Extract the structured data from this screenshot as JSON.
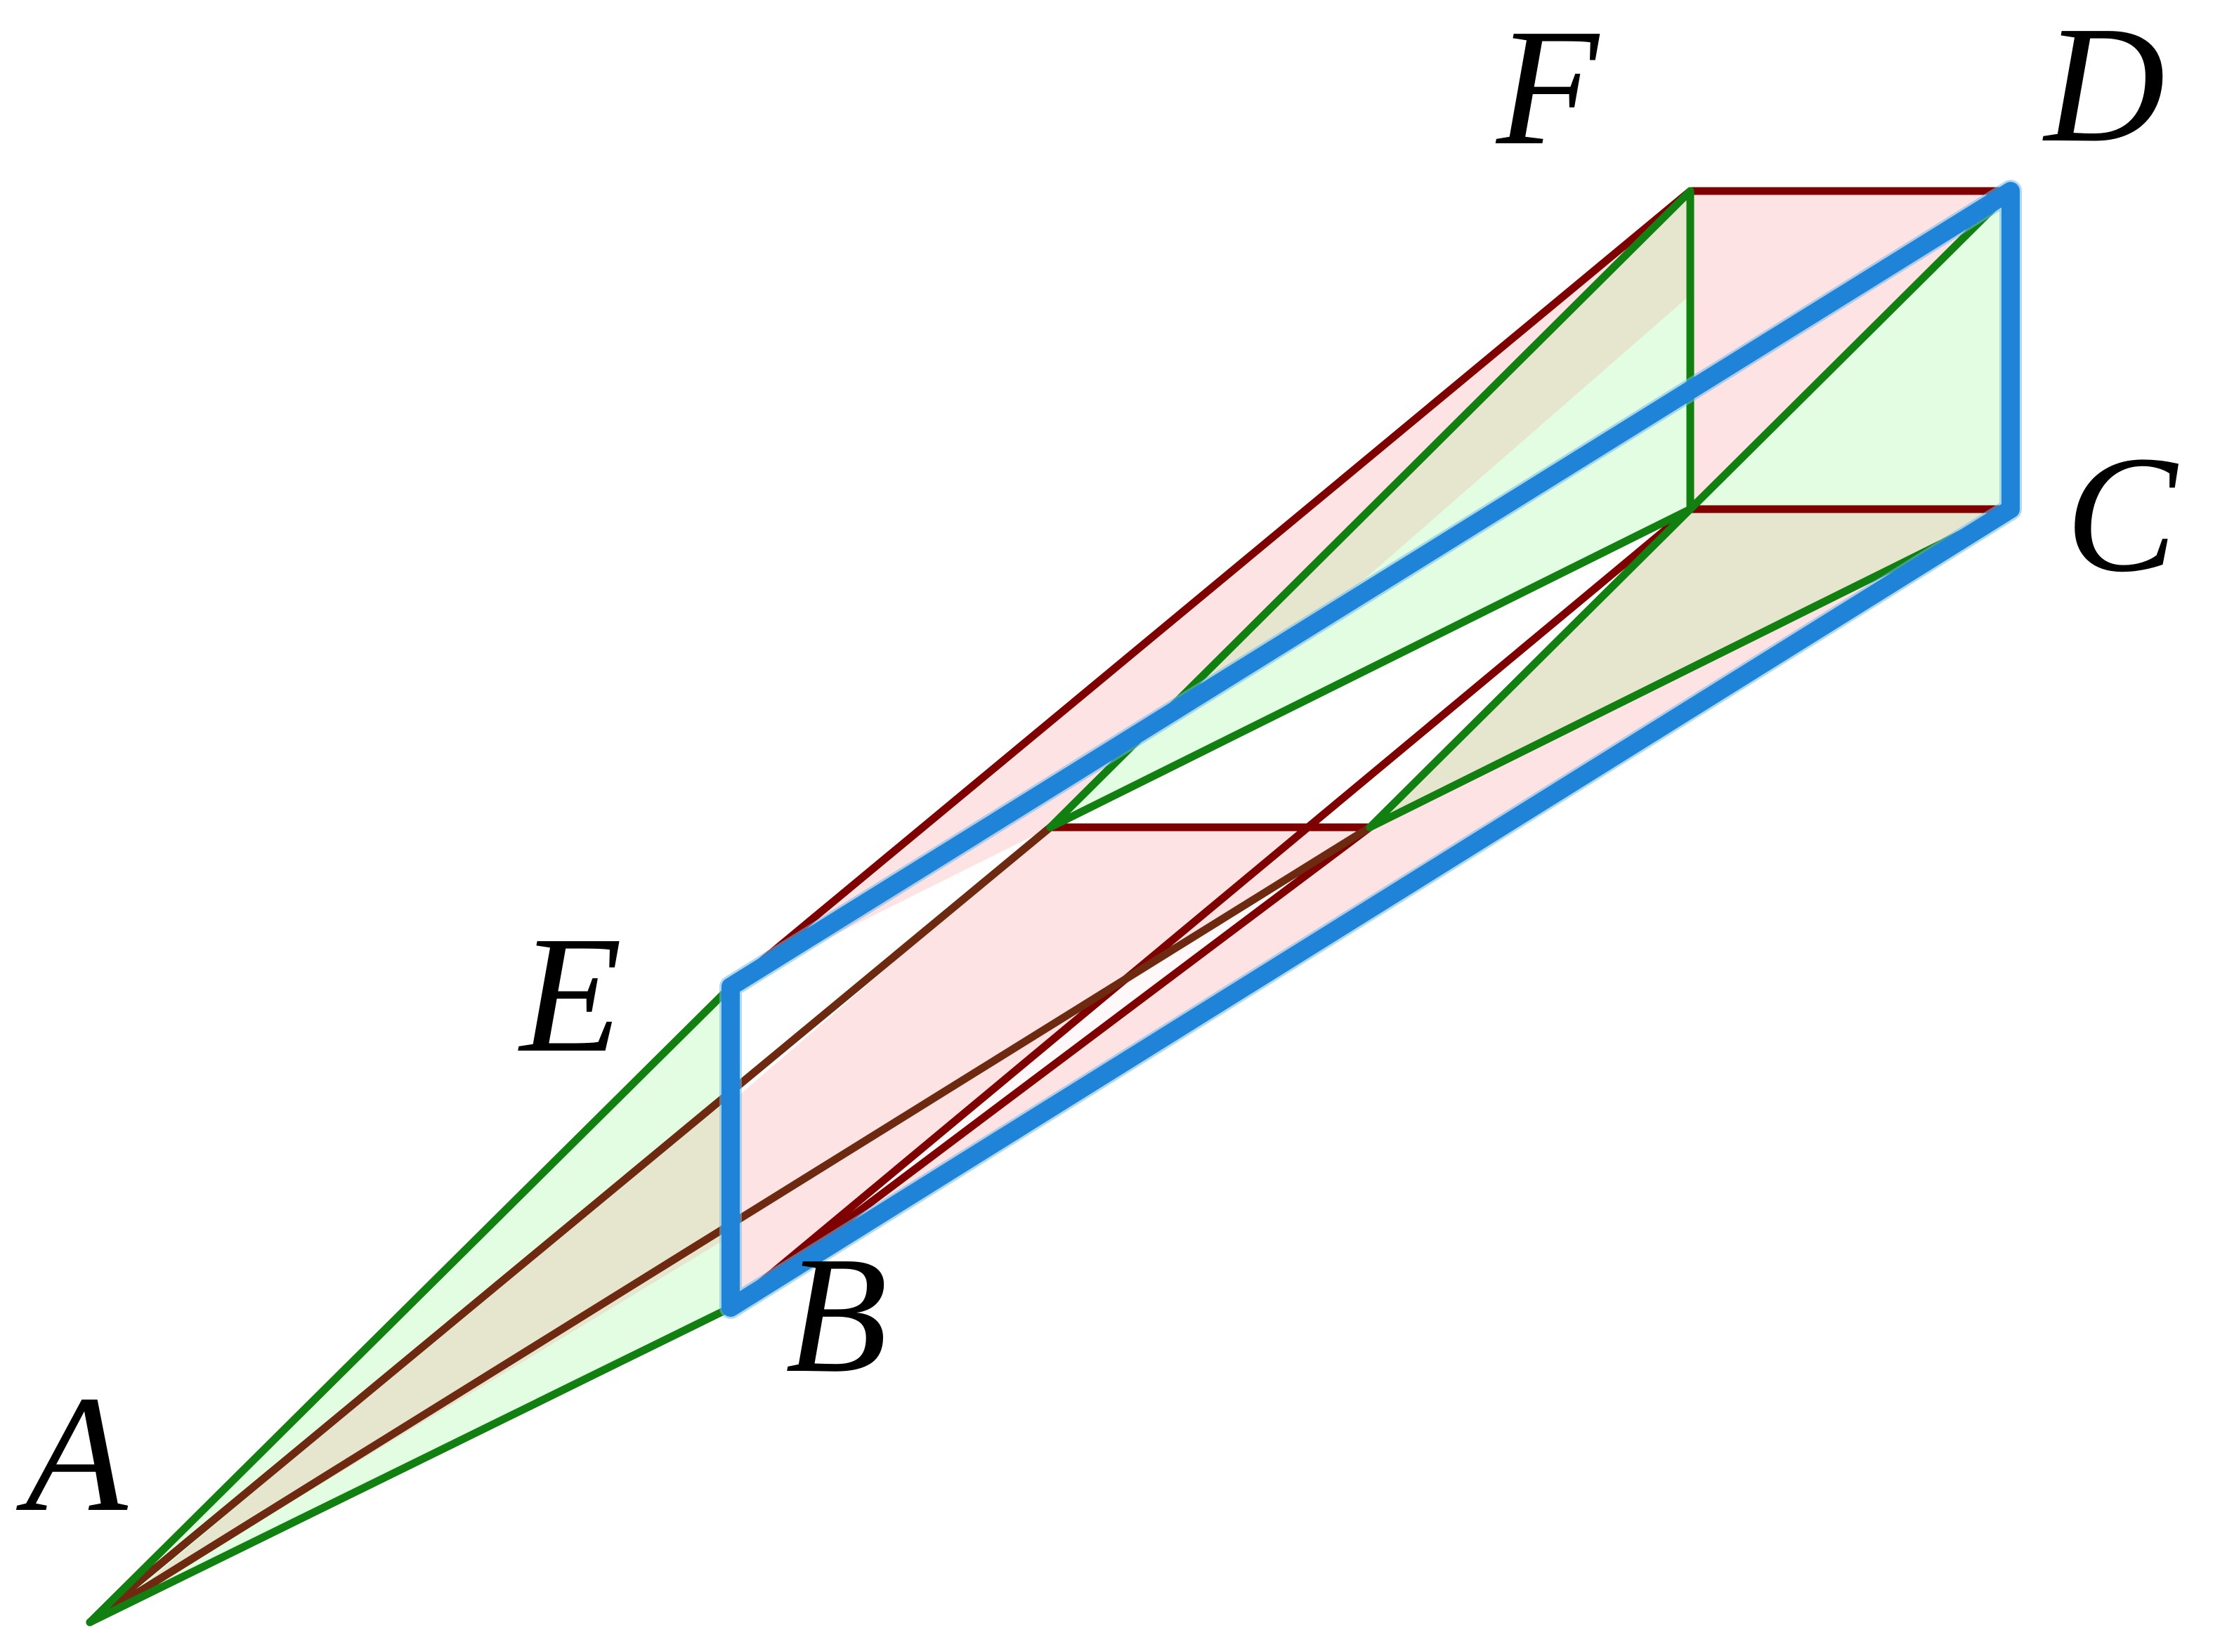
{
  "labels": {
    "A": "A",
    "B": "B",
    "C": "C",
    "D": "D",
    "E": "E",
    "F": "F"
  },
  "colors": {
    "green_line": "#118011",
    "red_line": "#7f0000",
    "brown_line": "#6e2a10",
    "blue_line": "#1f84d8",
    "green_fill": "#e3fde3",
    "pink_fill": "#fde3e3",
    "olive_fill": "#e6e6cf"
  }
}
